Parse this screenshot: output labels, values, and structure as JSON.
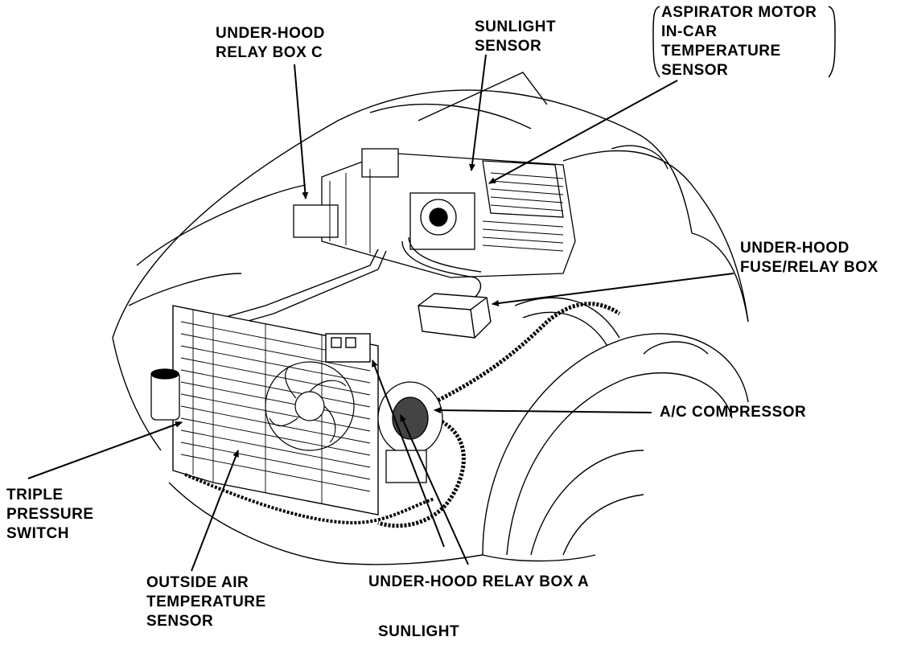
{
  "labels": {
    "relay_c": [
      "UNDER-HOOD",
      "RELAY BOX C"
    ],
    "sunlight_sensor": [
      "SUNLIGHT",
      "SENSOR"
    ],
    "aspirator": [
      "ASPIRATOR MOTOR",
      "IN-CAR",
      "TEMPERATURE",
      "SENSOR"
    ],
    "fuse_box": [
      "UNDER-HOOD",
      "FUSE/RELAY BOX"
    ],
    "compressor": "A/C COMPRESSOR",
    "triple_switch": [
      "TRIPLE",
      "PRESSURE",
      "SWITCH"
    ],
    "outside_air": [
      "OUTSIDE AIR",
      "TEMPERATURE",
      "SENSOR"
    ],
    "relay_a": "UNDER-HOOD RELAY BOX A",
    "bottom_caption": "SUNLIGHT"
  },
  "colors": {
    "ink": "#000000",
    "paper": "#ffffff"
  }
}
